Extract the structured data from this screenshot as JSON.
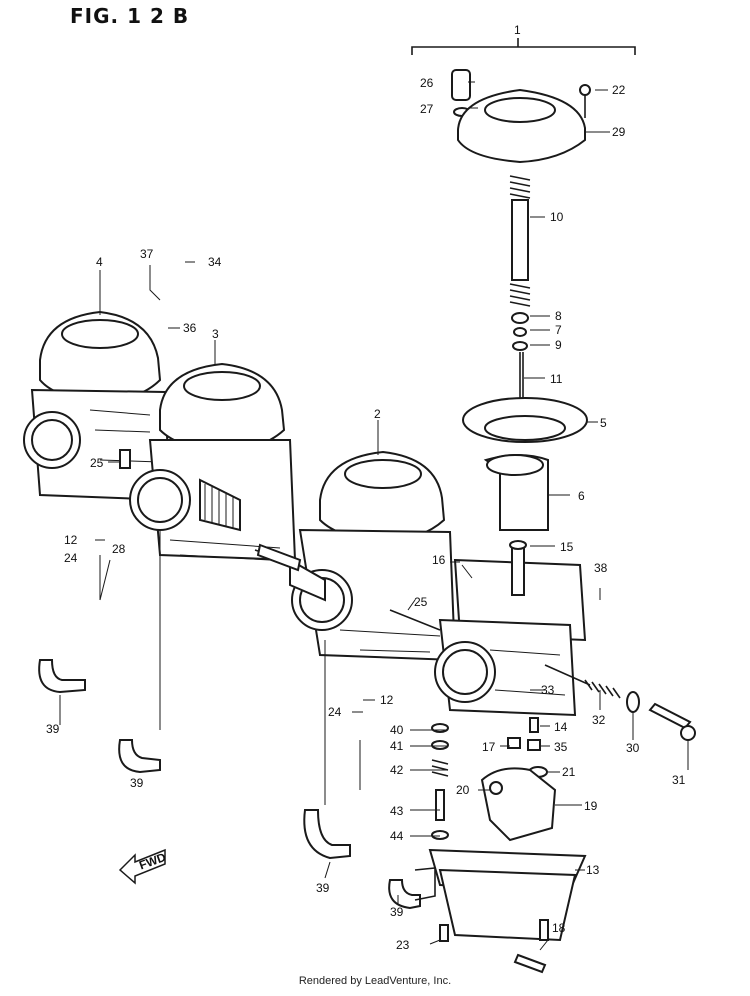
{
  "figure": {
    "title": "FIG. 1 2 B"
  },
  "footer": {
    "text": "Rendered by LeadVenture, Inc."
  },
  "fwd_label": "FWD",
  "labels": [
    "1",
    "26",
    "22",
    "27",
    "29",
    "10",
    "37",
    "34",
    "4",
    "36",
    "3",
    "8",
    "7",
    "9",
    "11",
    "5",
    "2",
    "25",
    "6",
    "12",
    "28",
    "24",
    "15",
    "16",
    "38",
    "25",
    "39",
    "33",
    "12",
    "32",
    "24",
    "40",
    "14",
    "41",
    "17",
    "35",
    "30",
    "31",
    "42",
    "21",
    "39",
    "20",
    "19",
    "43",
    "44",
    "13",
    "39",
    "39",
    "23",
    "18"
  ]
}
